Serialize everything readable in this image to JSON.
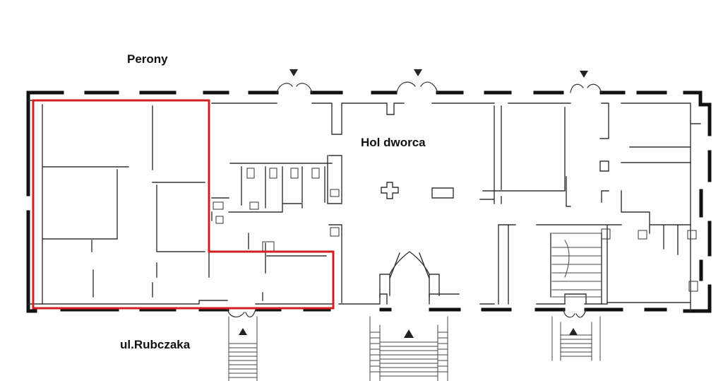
{
  "labels": {
    "platforms": "Perony",
    "hall": "Hol dworca",
    "street": "ul.Rubczaka"
  },
  "colors": {
    "wall": "#111111",
    "thin_line": "#444444",
    "highlight": "#d21f1f",
    "background": "#ffffff"
  },
  "icons": {
    "entrance_marker": "triangle-down",
    "exit_marker": "triangle-up"
  }
}
